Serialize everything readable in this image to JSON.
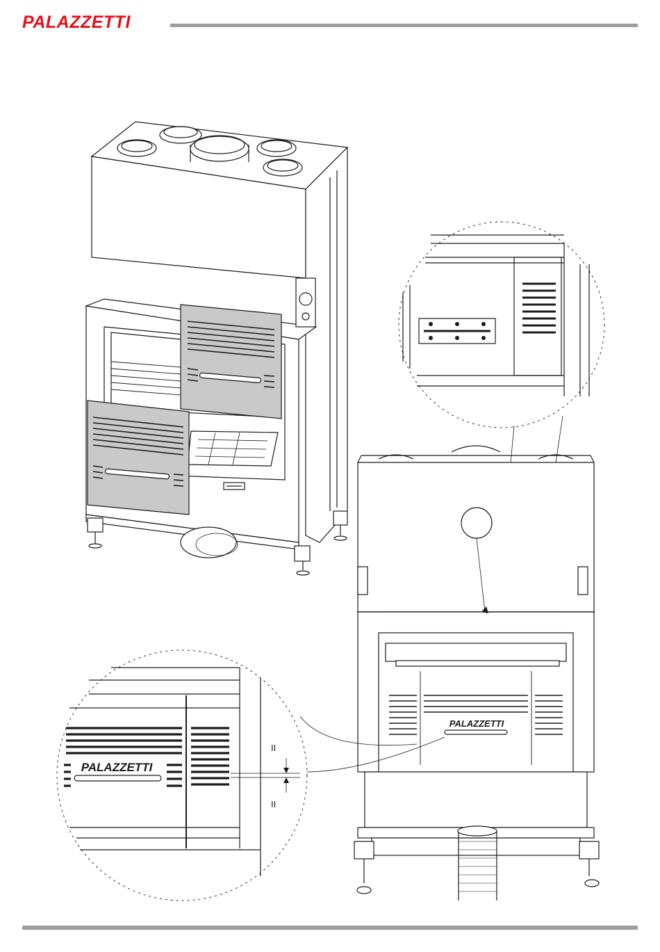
{
  "brand": {
    "name": "PALAZZETTI",
    "color": "#e3101b"
  },
  "rule_color": "#9d9d9d",
  "drawing": {
    "grille_brand": "PALAZZETTI",
    "dimension_label": "II"
  }
}
